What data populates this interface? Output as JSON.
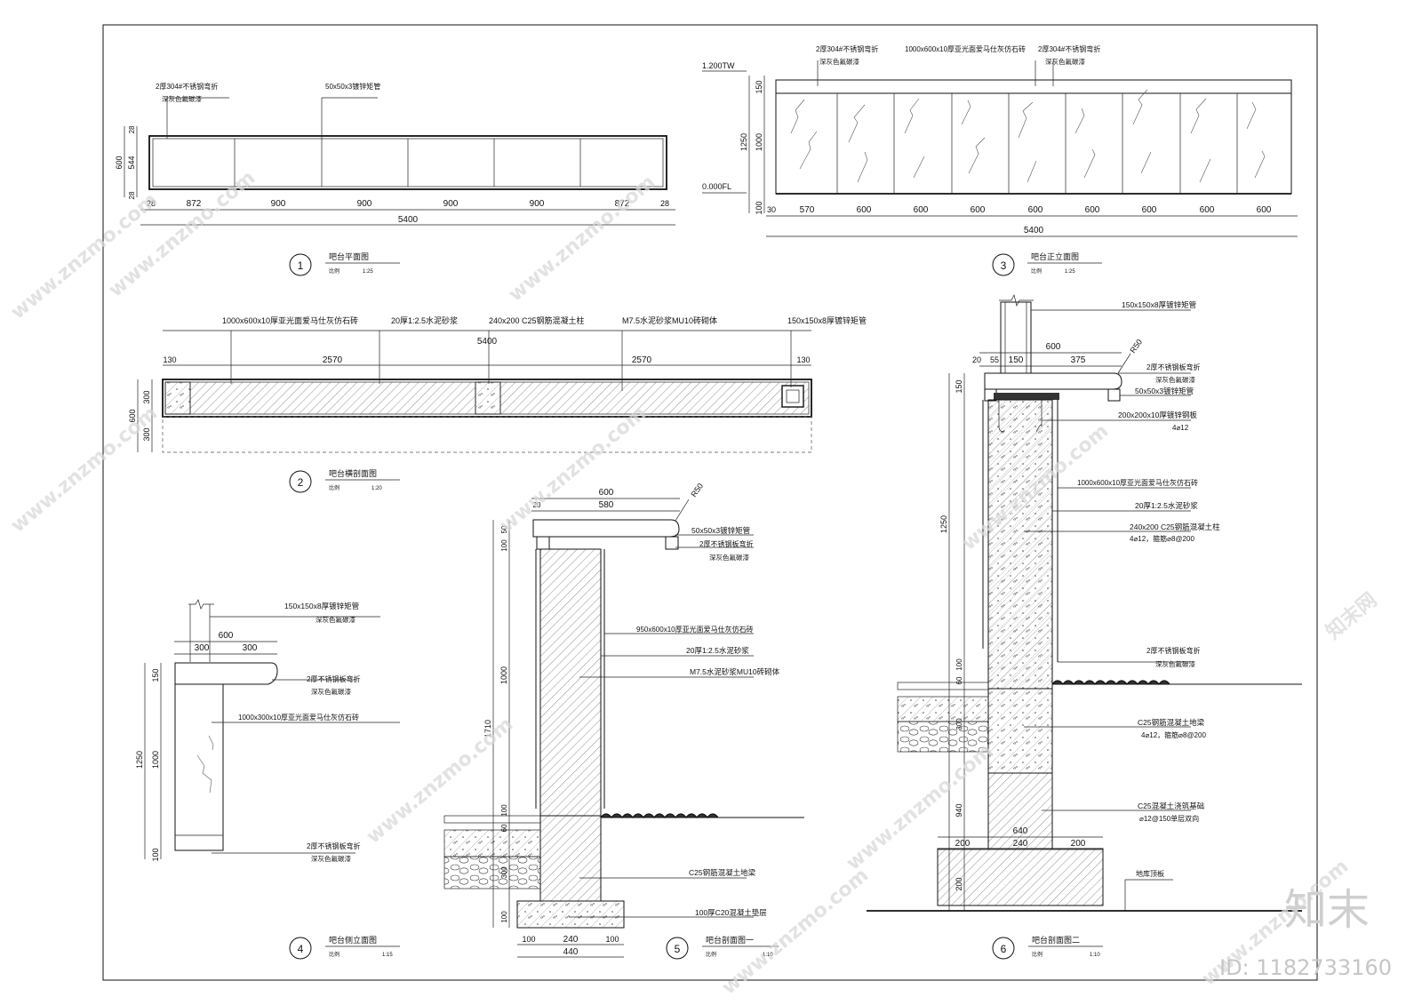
{
  "views": {
    "v1": {
      "no": "1",
      "title": "吧台平面图",
      "scale_label": "比例",
      "scale": "1:25"
    },
    "v2": {
      "no": "2",
      "title": "吧台横剖面图",
      "scale_label": "比例",
      "scale": "1:20"
    },
    "v3": {
      "no": "3",
      "title": "吧台正立面图",
      "scale_label": "比例",
      "scale": "1:25"
    },
    "v4": {
      "no": "4",
      "title": "吧台侧立面图",
      "scale_label": "比例",
      "scale": "1:15"
    },
    "v5": {
      "no": "5",
      "title": "吧台剖面图一",
      "scale_label": "比例",
      "scale": "1:10"
    },
    "v6": {
      "no": "6",
      "title": "吧台剖面图二",
      "scale_label": "比例",
      "scale": "1:10"
    }
  },
  "plan": {
    "note1a": "2厚304#不锈钢弯折",
    "note1b": "深灰色氟碳漆",
    "note2": "50x50x3镀锌矩管",
    "dims": [
      "28",
      "872",
      "900",
      "900",
      "900",
      "900",
      "872",
      "28"
    ],
    "total": "5400",
    "depth": "600",
    "inner": "544",
    "edge_top": "28",
    "edge_bot": "28"
  },
  "front": {
    "note1a": "2厚304#不锈钢弯折",
    "note1b": "深灰色氟碳漆",
    "note2": "1000x600x10厚亚光面爱马仕灰仿石砖",
    "note3a": "2厚304#不锈钢弯折",
    "note3b": "深灰色氟碳漆",
    "level_top": "1.200TW",
    "level_bot": "0.000FL",
    "v_150": "150",
    "v_1250": "1250",
    "v_1000": "1000",
    "v_100": "100",
    "dims": [
      "30",
      "570",
      "600",
      "600",
      "600",
      "600",
      "600",
      "600",
      "600",
      "600"
    ],
    "total": "5400"
  },
  "section_h": {
    "note1": "1000x600x10厚亚光面爱马仕灰仿石砖",
    "note2": "20厚1:2.5水泥砂浆",
    "note3": "240x200 C25钢筋混凝土柱",
    "note4": "M7.5水泥砂浆MU10砖砌体",
    "note5": "150x150x8厚镀锌矩管",
    "total": "5400",
    "dims": [
      "130",
      "2570",
      "2570",
      "130"
    ],
    "depth": "600",
    "d300a": "300",
    "d300b": "300"
  },
  "side": {
    "note1a": "150x150x8厚镀锌矩管",
    "note1b": "深灰色氟碳漆",
    "note2a": "2厚不锈钢板弯折",
    "note2b": "深灰色氟碳漆",
    "note3": "1000x300x10厚亚光面爱马仕灰仿石砖",
    "note4a": "2厚不锈钢板弯折",
    "note4b": "深灰色氟碳漆",
    "w600": "600",
    "w300a": "300",
    "w300b": "300",
    "v150": "150",
    "v1250": "1250",
    "v1000": "1000",
    "v100": "100"
  },
  "sec1": {
    "note1": "50x50x3镀锌矩管",
    "note2a": "2厚不锈钢板弯折",
    "note2b": "深灰色氟碳漆",
    "note3": "950x600x10厚亚光面爱马仕灰仿石砖",
    "note4": "20厚1:2.5水泥砂浆",
    "note5": "M7.5水泥砂浆MU10砖砌体",
    "note6": "C25钢筋混凝土地梁",
    "note7": "100厚C20混凝土垫层",
    "r": "R50",
    "w600": "600",
    "w20": "20",
    "w580": "580",
    "v50": "50",
    "v100": "100",
    "v1710": "1710",
    "v1000": "1000",
    "v100b": "100",
    "v60": "60",
    "v300": "300",
    "v100c": "100",
    "b100a": "100",
    "b240": "240",
    "b100b": "100",
    "b440": "440"
  },
  "sec2": {
    "note1": "150x150x8厚镀锌矩管",
    "note2a": "2厚不锈钢板弯折",
    "note2b": "深灰色氟碳漆",
    "note3": "50x50x3镀锌矩管",
    "note4a": "200x200x10厚镀锌钢板",
    "note4b": "4⌀12",
    "note5": "1000x600x10厚亚光面爱马仕灰仿石砖",
    "note6": "20厚1:2.5水泥砂浆",
    "note7a": "240x200 C25钢筋混凝土柱",
    "note7b": "4⌀12，箍筋⌀8@200",
    "note8a": "2厚不锈钢板弯折",
    "note8b": "深灰色氟碳漆",
    "note9a": "C25钢筋混凝土地梁",
    "note9b": "4⌀12，箍筋⌀8@200",
    "note10a": "C25混凝土浇筑基础",
    "note10b": "⌀12@150单层双向",
    "note11": "地库顶板",
    "r": "R50",
    "w600": "600",
    "w20": "20",
    "w55": "55",
    "w150": "150",
    "w375": "375",
    "v150": "150",
    "v1250": "1250",
    "v100": "100",
    "v60": "60",
    "v300": "300",
    "v940": "940",
    "v200": "200",
    "b640": "640",
    "b200a": "200",
    "b240": "240",
    "b200b": "200"
  },
  "watermark": {
    "site": "www.znzmo.com",
    "brand": "知末网",
    "logo": "知末",
    "id": "ID: 1182733160"
  }
}
